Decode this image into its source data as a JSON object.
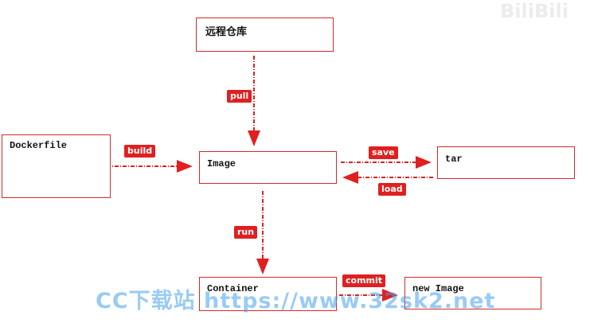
{
  "nodes": {
    "remote_repo": "远程仓库",
    "dockerfile": "Dockerfile",
    "image": "Image",
    "tar": "tar",
    "container": "Container",
    "new_image": "new Image"
  },
  "edges": {
    "pull": "pull",
    "build": "build",
    "save": "save",
    "load": "load",
    "run": "run",
    "commit": "commit"
  },
  "watermark": {
    "text": "CC下载站 https://www.32sk2.net",
    "corner_logo": "BiliBili"
  },
  "colors": {
    "line": "#e02020",
    "tag_bg": "#e02020",
    "watermark": "#46a0eb"
  }
}
